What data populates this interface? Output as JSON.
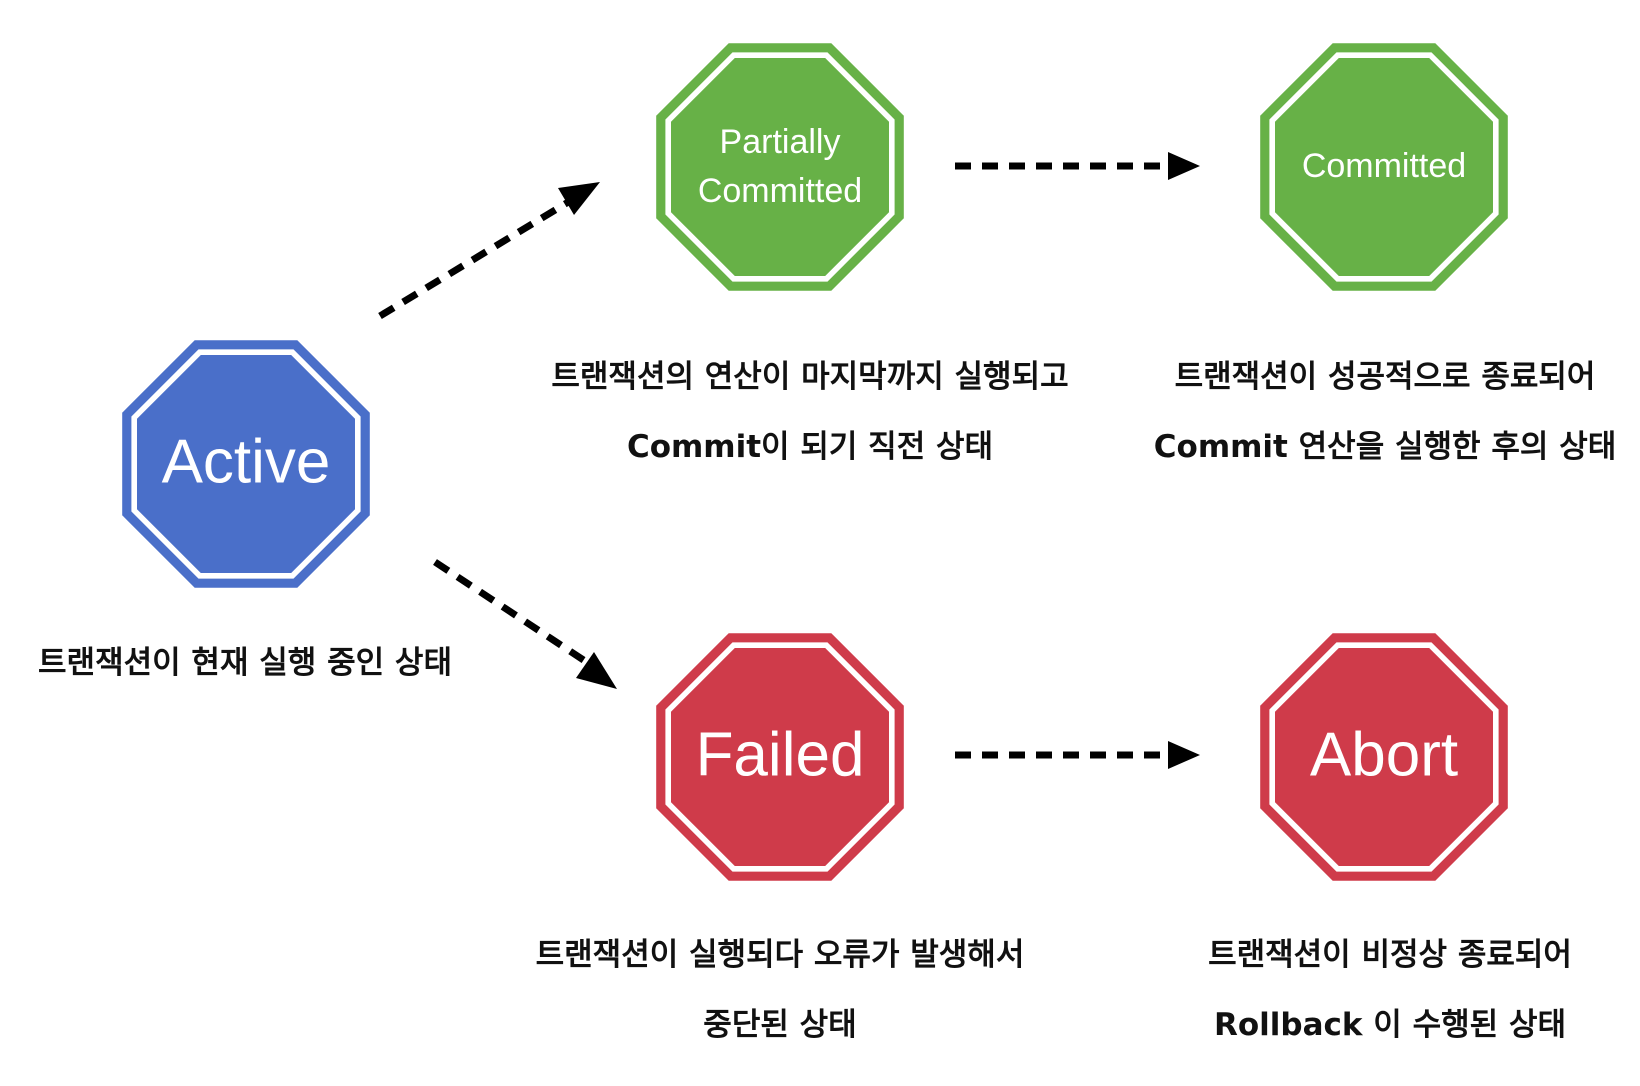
{
  "colors": {
    "active": "#4a6fc9",
    "committed": "#67b147",
    "failed": "#cf3b4a",
    "arrow": "#000000"
  },
  "states": {
    "active": {
      "label": "Active",
      "caption": [
        "트랜잭션이 현재 실행 중인 상태"
      ]
    },
    "partially_committed": {
      "label_lines": [
        "Partially",
        "Committed"
      ],
      "caption": [
        "트랜잭션의 연산이 마지막까지 실행되고",
        "Commit이 되기 직전 상태"
      ]
    },
    "committed": {
      "label": "Committed",
      "caption": [
        "트랜잭션이 성공적으로 종료되어",
        "Commit 연산을 실행한 후의 상태"
      ]
    },
    "failed": {
      "label": "Failed",
      "caption": [
        "트랜잭션이 실행되다 오류가 발생해서",
        "중단된 상태"
      ]
    },
    "abort": {
      "label": "Abort",
      "caption": [
        "트랜잭션이 비정상 종료되어",
        "Rollback 이 수행된 상태"
      ]
    }
  },
  "transitions": [
    {
      "from": "Active",
      "to": "Partially Committed"
    },
    {
      "from": "Partially Committed",
      "to": "Committed"
    },
    {
      "from": "Active",
      "to": "Failed"
    },
    {
      "from": "Failed",
      "to": "Abort"
    }
  ]
}
